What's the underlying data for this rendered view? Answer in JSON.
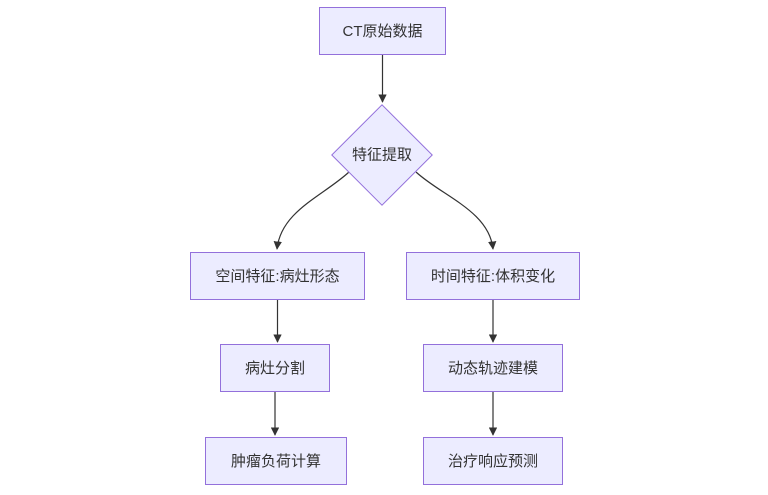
{
  "diagram": {
    "type": "flowchart",
    "direction": "top-down",
    "colors": {
      "background": "#ffffff",
      "node_fill": "#ECECFF",
      "node_border": "#9370DB",
      "text": "#333333",
      "arrow": "#333333"
    },
    "nodes": {
      "ct": {
        "label": "CT原始数据",
        "shape": "rect"
      },
      "feature": {
        "label": "特征提取",
        "shape": "diamond"
      },
      "spatial": {
        "label": "空间特征:病灶形态",
        "shape": "rect"
      },
      "temporal": {
        "label": "时间特征:体积变化",
        "shape": "rect"
      },
      "segmentation": {
        "label": "病灶分割",
        "shape": "rect"
      },
      "trajectory": {
        "label": "动态轨迹建模",
        "shape": "rect"
      },
      "burden": {
        "label": "肿瘤负荷计算",
        "shape": "rect"
      },
      "response": {
        "label": "治疗响应预测",
        "shape": "rect"
      }
    },
    "edges": [
      {
        "from": "ct",
        "to": "feature"
      },
      {
        "from": "feature",
        "to": "spatial"
      },
      {
        "from": "feature",
        "to": "temporal"
      },
      {
        "from": "spatial",
        "to": "segmentation"
      },
      {
        "from": "segmentation",
        "to": "burden"
      },
      {
        "from": "temporal",
        "to": "trajectory"
      },
      {
        "from": "trajectory",
        "to": "response"
      }
    ]
  }
}
